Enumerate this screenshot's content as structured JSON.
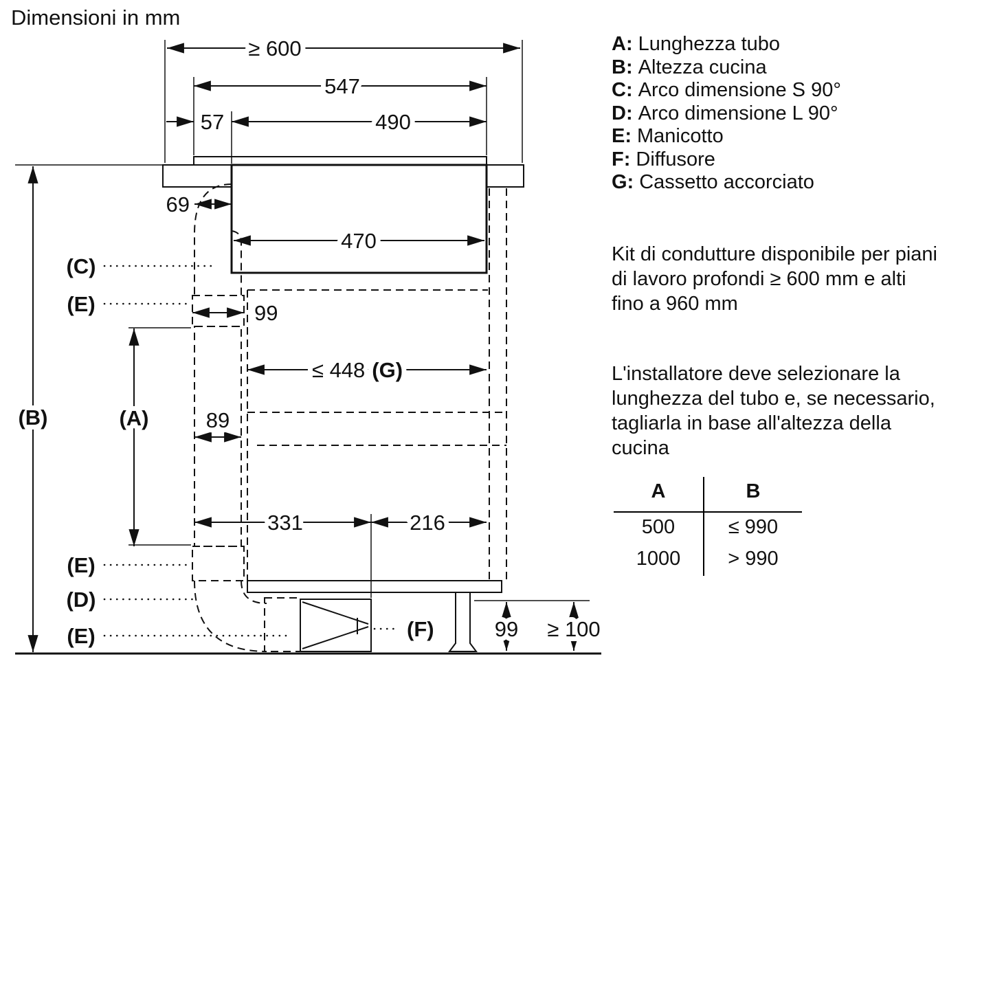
{
  "title": "Dimensioni in mm",
  "legend": {
    "items": [
      {
        "key": "A:",
        "label": "Lunghezza tubo"
      },
      {
        "key": "B:",
        "label": "Altezza cucina"
      },
      {
        "key": "C:",
        "label": "Arco dimensione S 90°"
      },
      {
        "key": "D:",
        "label": "Arco dimensione L 90°"
      },
      {
        "key": "E:",
        "label": "Manicotto"
      },
      {
        "key": "F:",
        "label": "Diffusore"
      },
      {
        "key": "G:",
        "label": "Cassetto accorciato"
      }
    ]
  },
  "notes": {
    "kit": "Kit di condutture disponibile per piani di lavoro profondi ≥ 600 mm e alti fino a 960 mm",
    "installer": "L'installatore deve selezionare la lunghezza del tubo e, se necessario, tagliarla in base all'altezza della cucina"
  },
  "table": {
    "headers": [
      "A",
      "B"
    ],
    "rows": [
      [
        "500",
        "≤ 990"
      ],
      [
        "1000",
        "> 990"
      ]
    ]
  },
  "diagram": {
    "dims": {
      "top_depth": "≥ 600",
      "hob_width": "547",
      "front_offset": "57",
      "cutout_width": "490",
      "duct_offset": "69",
      "hob_inner": "470",
      "sleeve_width": "99",
      "drawer_max": "≤ 448",
      "duct_width": "89",
      "dist_front": "331",
      "dist_back": "216",
      "plinth_duct_height": "99",
      "plinth_clearance": "≥ 100"
    },
    "labels": {
      "A": "(A)",
      "B": "(B)",
      "C": "(C)",
      "D": "(D)",
      "E": "(E)",
      "F": "(F)",
      "G": "(G)"
    }
  }
}
